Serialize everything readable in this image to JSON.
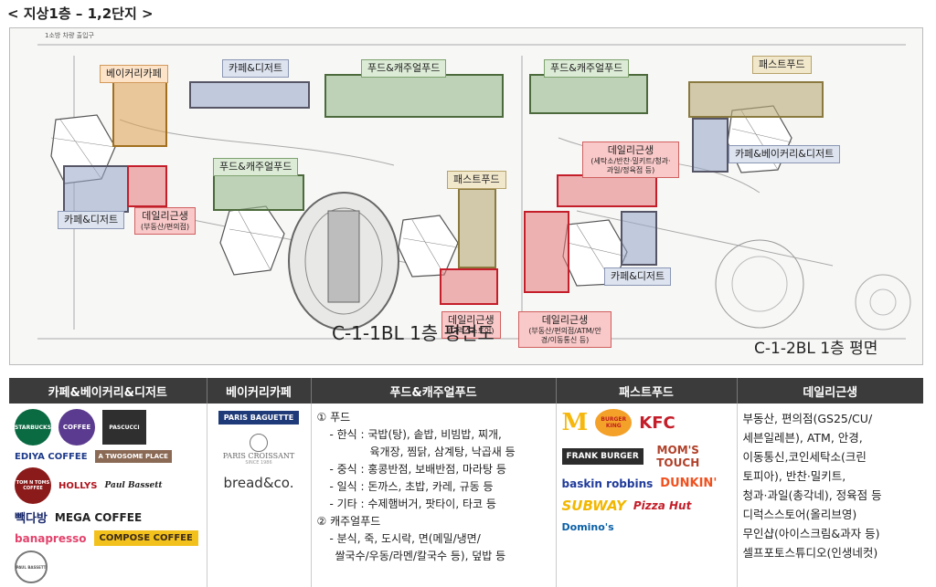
{
  "title": "< 지상1층 – 1,2단지 >",
  "plan": {
    "top_note": "1소방 차량 출입구",
    "bl_left": "C-1-1BL 1층 평면도",
    "bl_right": "C-1-2BL 1층 평면",
    "labels": {
      "bakery_cafe": "베이커리카페",
      "cafe_dessert_1": "카페&디저트",
      "food_court_1": "푸드&캐주얼푸드",
      "food_court_2": "푸드&캐주얼푸드",
      "fast_food_1": "패스트푸드",
      "cafe_bakery_dessert": "카페&베이커리&디저트",
      "food_court_3": "푸드&캐주얼푸드",
      "cafe_dessert_2": "카페&디저트",
      "daily_1_title": "데일리근생",
      "daily_1_sub": "(부동산/편의점)",
      "fast_food_2": "패스트푸드",
      "daily_2_title": "데일리근생",
      "daily_2_sub": "(세탁소/반찬·밀키트/청과·과일/정육점 등)",
      "daily_3_title": "데일리근생",
      "daily_3_sub": "(디럭스스토어)",
      "daily_4_title": "데일리근생",
      "daily_4_sub": "(부동산/편의점/ATM/안경/이동통신 등)",
      "cafe_dessert_3": "카페&디저트"
    }
  },
  "colors": {
    "header_bg": "#3b3b3b",
    "cafe": "#96a5c8",
    "bakery": "#dea050",
    "food": "#96b98c",
    "fast": "#b9aa78",
    "daily": "#e67878",
    "daily_border": "#c41e2a"
  },
  "legend": {
    "headers": [
      "카페&베이커리&디저트",
      "베이커리카페",
      "푸드&캐주얼푸드",
      "패스트푸드",
      "데일리근생"
    ],
    "cafe_logos": [
      "STARBUCKS",
      "COFFEE",
      "PASCUCCI",
      "EDIYA COFFEE",
      "A TWOSOME PLACE",
      "TOM N TOMS COFFEE",
      "HOLLYS",
      "Paul Bassett",
      "빽다방",
      "MEGA COFFEE",
      "banapresso",
      "COMPOSE COFFEE",
      "PAUL BASSETT"
    ],
    "bakery_logos": [
      "PARIS BAGUETTE",
      "PARIS CROISSANT",
      "SINCE 1986",
      "bread&co."
    ],
    "food": {
      "l1": "① 푸드",
      "l2": "- 한식 : 국밥(탕), 솥밥, 비빔밥, 찌개,",
      "l3": "육개장, 찜닭, 삼계탕, 낙곱새 등",
      "l4": "- 중식 : 홍콩반점, 보배반점, 마라탕 등",
      "l5": "- 일식 : 돈까스, 초밥, 카레, 규동 등",
      "l6": "- 기타 : 수제햄버거, 팟타이, 타코 등",
      "l7": "② 캐주얼푸드",
      "l8": "- 분식, 죽, 도시락, 면(메밀/냉면/",
      "l9": "쌀국수/우동/라멘/칼국수 등), 덮밥 등"
    },
    "fast_logos": [
      "BURGER KING",
      "KFC",
      "FRANK BURGER",
      "MOM'S TOUCH",
      "baskin robbins",
      "DUNKIN'",
      "SUBWAY",
      "Pizza Hut",
      "Domino's"
    ],
    "daily": {
      "l1": "부동산, 편의점(GS25/CU/",
      "l2": "세븐일레븐), ATM, 안경,",
      "l3": "이동통신,코인세탁소(크린",
      "l4": "토피아), 반찬·밀키트,",
      "l5": "청과·과일(총각네), 정육점 등",
      "l6": "디럭스스토어(올리브영)",
      "l7": "무인샵(아이스크림&과자 등)",
      "l8": "셀프포토스튜디오(인생네컷)"
    }
  }
}
